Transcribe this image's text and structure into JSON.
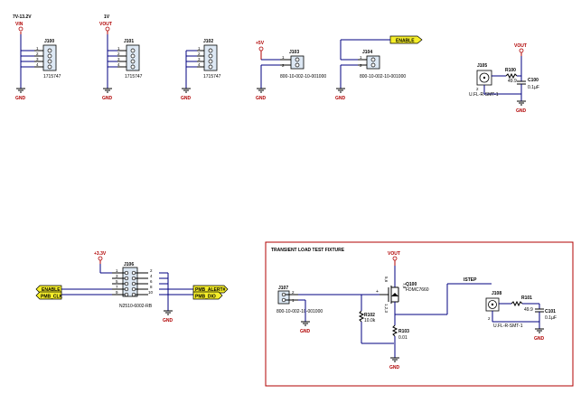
{
  "supplies": {
    "vin": "VIN",
    "vout_1": "VOUT",
    "vout_2": "VOUT",
    "vout_3": "VOUT",
    "p5v": "+5V",
    "p3v3": "+3.3V",
    "gnd": "GND"
  },
  "headers": {
    "range_note": "7V-13.2V",
    "v1_note": "1V"
  },
  "connectors": {
    "j100": {
      "ref": "J100",
      "part": "1715747"
    },
    "j101": {
      "ref": "J101",
      "part": "1715747"
    },
    "j102": {
      "ref": "J102",
      "part": "1715747"
    },
    "j103": {
      "ref": "J103",
      "part": "800-10-002-10-001000"
    },
    "j104": {
      "ref": "J104",
      "part": "800-10-002-10-001000"
    },
    "j105": {
      "ref": "J105",
      "part": "U.FL-R-SMT-1"
    },
    "j106": {
      "ref": "J106",
      "part": "N2510-6002-RB"
    },
    "j107": {
      "ref": "J107",
      "part": "800-10-002-10-001000"
    },
    "j108": {
      "ref": "J108",
      "part": "U.FL-R-SMT-1"
    }
  },
  "pins4": [
    "1",
    "2",
    "3",
    "4"
  ],
  "pins2": [
    "1",
    "2"
  ],
  "pins2rev": [
    "2",
    "1"
  ],
  "j106_pins_left": [
    "1",
    "3",
    "5",
    "7",
    "9"
  ],
  "j106_pins_right": [
    "2",
    "4",
    "6",
    "8",
    "10"
  ],
  "nets": {
    "enable": "ENABLE",
    "enable_2": "ENABLE",
    "pmb_clk": "PMB_CLK",
    "pmb_alert": "PMB_ALERT#",
    "pmb_dio": "PMB_DIO",
    "istep": "ISTEP"
  },
  "components": {
    "r100": {
      "ref": "R100",
      "value": "49.9"
    },
    "c100": {
      "ref": "C100",
      "value": "0.1µF"
    },
    "r101": {
      "ref": "R101",
      "value": "49.9"
    },
    "c101": {
      "ref": "C101",
      "value": "0.1µF"
    },
    "r102": {
      "ref": "R102",
      "value": "10.0k"
    },
    "r103": {
      "ref": "R103",
      "value": "0.01"
    },
    "q100": {
      "ref": "Q100",
      "value": "FDMC7660",
      "pins": [
        "5,6",
        "7,8",
        "1,2,3"
      ]
    }
  },
  "fixture": {
    "title": "TRANSIENT LOAD TEST FIXTURE"
  },
  "colors": {
    "wire": "#000080",
    "power": "#b00000",
    "net_flag": "#f5ee2a",
    "connector_fill": "#dde8f4",
    "fixture_border": "#b00000"
  }
}
